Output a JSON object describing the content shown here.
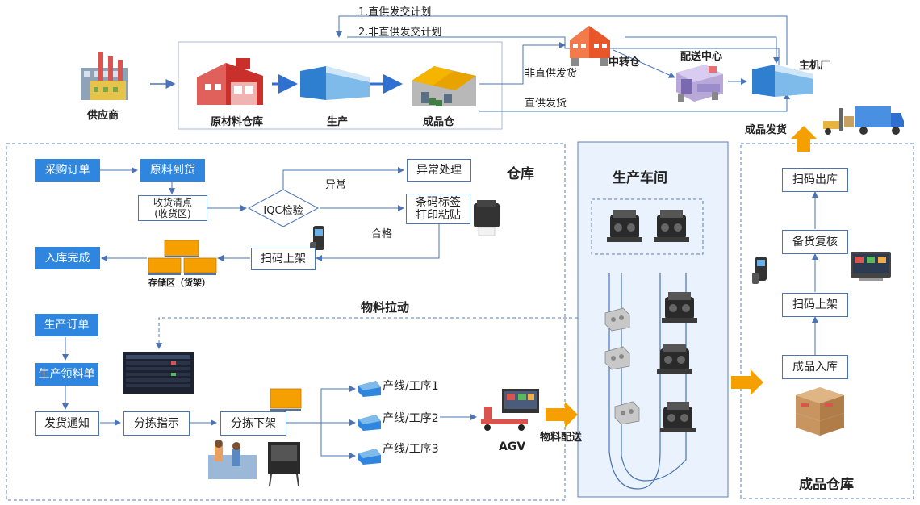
{
  "top": {
    "supplier": "供应商",
    "raw_warehouse": "原材料仓库",
    "production": "生产",
    "finished_warehouse": "成品仓",
    "transit_warehouse": "中转仓",
    "distribution_center": "配送中心",
    "oem": "主机厂",
    "plan_direct": "1.直供发交计划",
    "plan_indirect": "2.非直供发交计划",
    "ship_indirect": "非直供发货",
    "ship_direct": "直供发货",
    "finished_ship": "成品发货"
  },
  "warehouse": {
    "title": "仓库",
    "purchase_order": "采购订单",
    "material_arrival": "原料到货",
    "receiving": "收货清点\n(收货区)",
    "iqc": "IQC检验",
    "abnormal": "异常",
    "abnormal_handling": "异常处理",
    "pass": "合格",
    "barcode_print": "条码标签\n打印粘贴",
    "scan_shelve": "扫码上架",
    "storage": "存储区（货架）",
    "inbound_done": "入库完成",
    "material_pull": "物料拉动",
    "production_order": "生产订单",
    "production_pick_list": "生产领料单",
    "delivery_notice": "发货通知",
    "sort_instruction": "分拣指示",
    "sort_shelve": "分拣下架",
    "lines": [
      "产线/工序1",
      "产线/工序2",
      "产线/工序3"
    ],
    "agv": "AGV",
    "material_delivery": "物料配送"
  },
  "workshop": {
    "title": "生产车间"
  },
  "finished": {
    "title": "成品仓库",
    "scan_out": "扫码出库",
    "pick_review": "备货复核",
    "scan_shelve": "扫码上架",
    "finished_in": "成品入库"
  },
  "colors": {
    "accent": "#2e86de",
    "line": "#4a74b6",
    "orange": "#f5a000",
    "panel": "#e9f2fd",
    "dash": "#5a7fc0"
  },
  "icons": [
    "factory-icon",
    "warehouse-icon",
    "production-line-icon",
    "finished-goods-icon",
    "transit-icon",
    "distribution-icon",
    "truck-icon",
    "printer-icon",
    "scanner-icon",
    "pallet-icon",
    "engine-icon",
    "monitor-icon",
    "agv-icon",
    "boxes-icon"
  ]
}
